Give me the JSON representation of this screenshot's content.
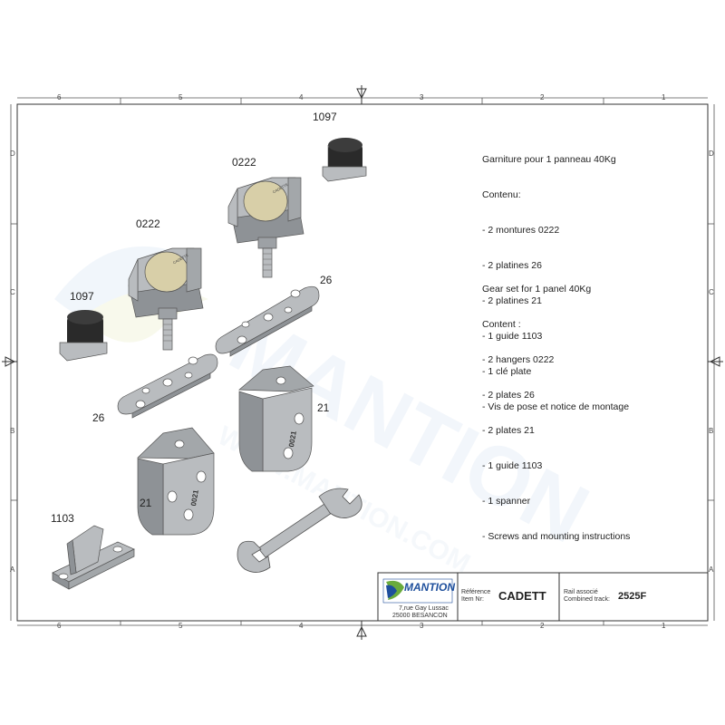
{
  "grid": {
    "columns": [
      "6",
      "5",
      "4",
      "3",
      "2",
      "1"
    ],
    "rows": [
      "D",
      "C",
      "B",
      "A"
    ]
  },
  "notes_fr": {
    "title": "Garniture pour 1 panneau 40Kg",
    "heading": "Contenu:",
    "items": [
      "- 2 montures 0222",
      "- 2 platines 26",
      "- 2 platines 21",
      "- 1 guide 1103",
      "- 1 clé plate",
      "- Vis de pose et notice de montage"
    ]
  },
  "notes_en": {
    "title": "Gear set for 1 panel 40Kg",
    "heading": "Content :",
    "items": [
      "- 2 hangers 0222",
      "- 2 plates 26",
      "- 2 plates 21",
      "- 1 guide 1103",
      "- 1 spanner",
      "- Screws and mounting instructions"
    ]
  },
  "parts": {
    "guide_top": "1097",
    "hanger_right": "0222",
    "hanger_left": "0222",
    "guide_left": "1097",
    "plate26_right": "26",
    "plate26_left": "26",
    "plate21_right": "21",
    "plate21_left": "21",
    "guide_bottom": "1103",
    "stamp_21": "0021",
    "stamp_hanger": "CADETTE"
  },
  "title_block": {
    "brand": "MANTION",
    "address_line1": "7,rue Gay Lussac",
    "address_line2": "25000 BESANCON",
    "ref_label": "Référence\nItem Nr:",
    "ref_value": "CADETT",
    "rail_label": "Rail associé\nCombined track:",
    "rail_value": "2525F"
  },
  "watermark": {
    "brand": "MANTION",
    "url": "WWW.MANTION.COM"
  },
  "colors": {
    "frame": "#333333",
    "metal": "#b9bcbf",
    "metal_dark": "#8e9296",
    "wheel": "#d8cfa8",
    "knob": "#2a2a2a",
    "brand_blue": "#1e4f9c",
    "brand_green": "#6aab3c",
    "watermark": "#e6eef7"
  }
}
